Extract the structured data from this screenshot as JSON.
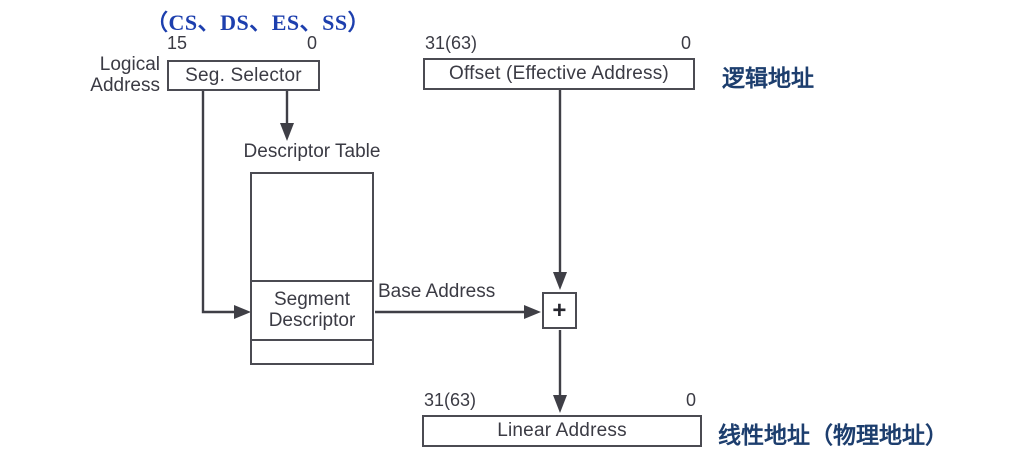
{
  "colors": {
    "accent-blue": "#1d3fae",
    "accent-navy": "#1d3e6e",
    "line": "#3f3f46",
    "box-border": "#4b4b52",
    "text": "#3b3b44"
  },
  "note": {
    "registers": "（CS、DS、ES、SS）"
  },
  "logical_address": {
    "line1": "Logical",
    "line2": "Address"
  },
  "seg_selector": {
    "bit_high": "15",
    "bit_low": "0",
    "label": "Seg. Selector"
  },
  "offset": {
    "bit_high": "31(63)",
    "bit_low": "0",
    "label": "Offset (Effective Address)"
  },
  "side_labels": {
    "logical": "逻辑地址",
    "linear": "线性地址（物理地址）"
  },
  "descriptor_table": {
    "title": "Descriptor Table",
    "entry_line1": "Segment",
    "entry_line2": "Descriptor"
  },
  "base_address": {
    "label": "Base Address"
  },
  "adder": {
    "symbol": "+"
  },
  "linear_address": {
    "bit_high": "31(63)",
    "bit_low": "0",
    "label": "Linear Address"
  }
}
